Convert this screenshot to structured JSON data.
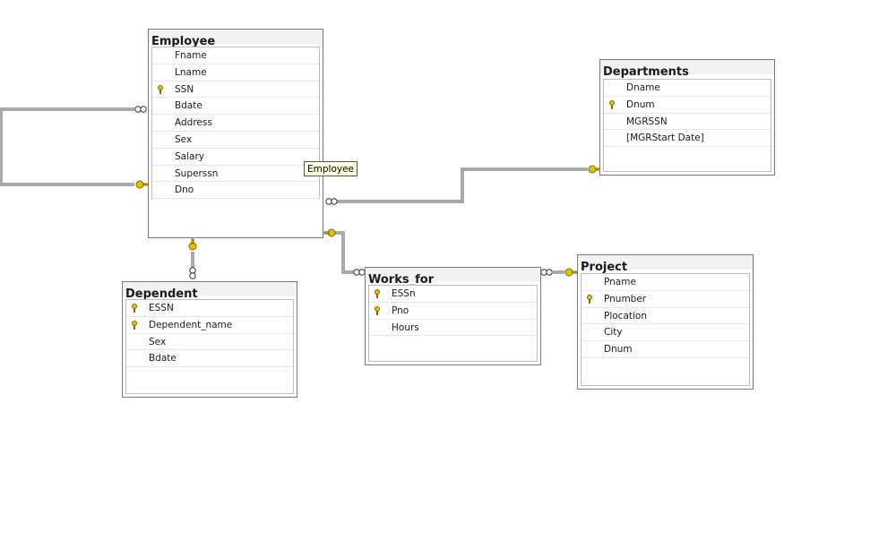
{
  "tables": {
    "employee": {
      "title": "Employee",
      "fields": [
        {
          "name": "Fname",
          "key": false
        },
        {
          "name": "Lname",
          "key": false
        },
        {
          "name": "SSN",
          "key": true
        },
        {
          "name": "Bdate",
          "key": false
        },
        {
          "name": "Address",
          "key": false
        },
        {
          "name": "Sex",
          "key": false
        },
        {
          "name": "Salary",
          "key": false
        },
        {
          "name": "Superssn",
          "key": false
        },
        {
          "name": "Dno",
          "key": false
        }
      ]
    },
    "departments": {
      "title": "Departments",
      "fields": [
        {
          "name": "Dname",
          "key": false
        },
        {
          "name": "Dnum",
          "key": true
        },
        {
          "name": "MGRSSN",
          "key": false
        },
        {
          "name": "[MGRStart Date]",
          "key": false
        }
      ]
    },
    "dependent": {
      "title": "Dependent",
      "fields": [
        {
          "name": "ESSN",
          "key": true
        },
        {
          "name": "Dependent_name",
          "key": true
        },
        {
          "name": "Sex",
          "key": false
        },
        {
          "name": "Bdate",
          "key": false
        }
      ]
    },
    "works_for": {
      "title": "Works_for",
      "fields": [
        {
          "name": "ESSn",
          "key": true
        },
        {
          "name": "Pno",
          "key": true
        },
        {
          "name": "Hours",
          "key": false
        }
      ]
    },
    "project": {
      "title": "Project",
      "fields": [
        {
          "name": "Pname",
          "key": false
        },
        {
          "name": "Pnumber",
          "key": true
        },
        {
          "name": "Plocation",
          "key": false
        },
        {
          "name": "City",
          "key": false
        },
        {
          "name": "Dnum",
          "key": false
        }
      ]
    }
  },
  "tooltip": "Employee",
  "colors": {
    "key": "#e2c200",
    "line": "#555555",
    "header": "#f2f2f2"
  }
}
